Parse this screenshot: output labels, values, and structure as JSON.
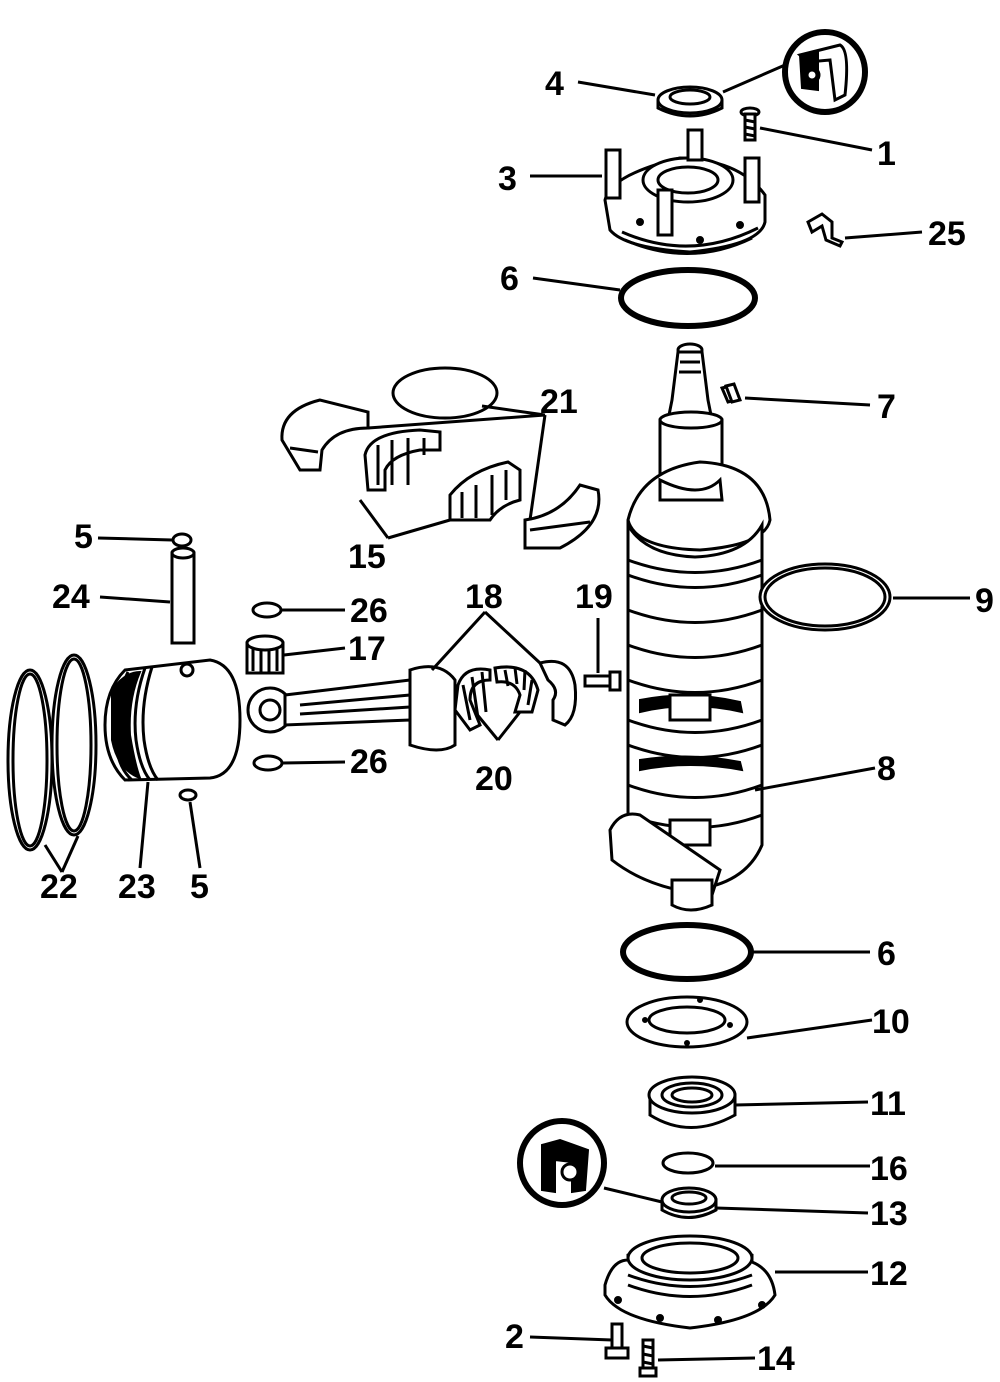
{
  "callouts": [
    {
      "id": "c1",
      "label": "1"
    },
    {
      "id": "c2",
      "label": "2"
    },
    {
      "id": "c3",
      "label": "3"
    },
    {
      "id": "c4",
      "label": "4"
    },
    {
      "id": "c5a",
      "label": "5"
    },
    {
      "id": "c5b",
      "label": "5"
    },
    {
      "id": "c6a",
      "label": "6"
    },
    {
      "id": "c6b",
      "label": "6"
    },
    {
      "id": "c7",
      "label": "7"
    },
    {
      "id": "c8",
      "label": "8"
    },
    {
      "id": "c9",
      "label": "9"
    },
    {
      "id": "c10",
      "label": "10"
    },
    {
      "id": "c11",
      "label": "11"
    },
    {
      "id": "c12",
      "label": "12"
    },
    {
      "id": "c13",
      "label": "13"
    },
    {
      "id": "c14",
      "label": "14"
    },
    {
      "id": "c15",
      "label": "15"
    },
    {
      "id": "c16",
      "label": "16"
    },
    {
      "id": "c17",
      "label": "17"
    },
    {
      "id": "c18",
      "label": "18"
    },
    {
      "id": "c19",
      "label": "19"
    },
    {
      "id": "c20",
      "label": "20"
    },
    {
      "id": "c21",
      "label": "21"
    },
    {
      "id": "c22",
      "label": "22"
    },
    {
      "id": "c23",
      "label": "23"
    },
    {
      "id": "c24",
      "label": "24"
    },
    {
      "id": "c25",
      "label": "25"
    },
    {
      "id": "c26a",
      "label": "26"
    },
    {
      "id": "c26b",
      "label": "26"
    }
  ]
}
